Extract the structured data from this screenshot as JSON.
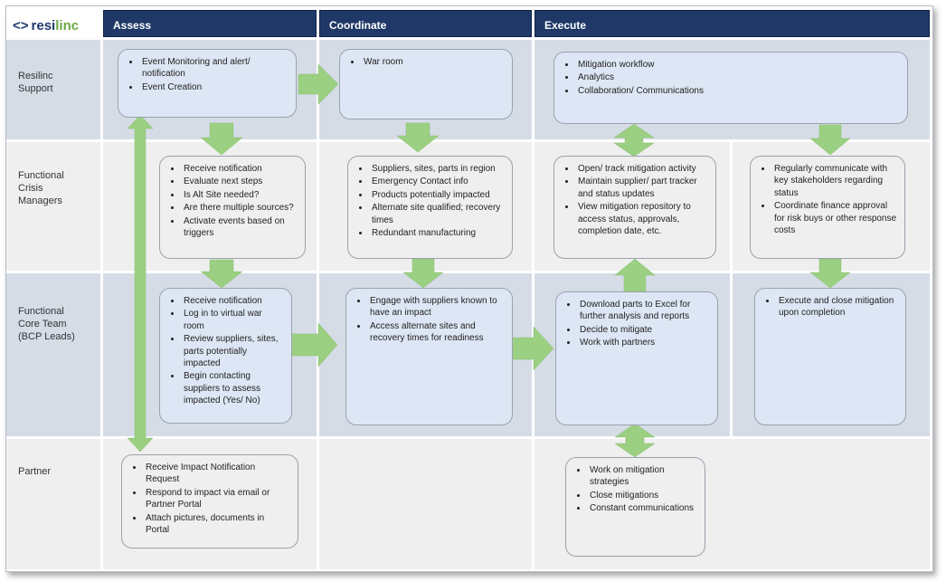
{
  "logo": {
    "prefix": "resi",
    "accent": "linc"
  },
  "columns": {
    "assess": "Assess",
    "coordinate": "Coordinate",
    "execute": "Execute"
  },
  "rows": {
    "support": [
      "Resilinc",
      "Support"
    ],
    "crisis": [
      "Functional",
      "Crisis",
      "Managers"
    ],
    "core": [
      "Functional",
      "Core Team",
      "(BCP Leads)"
    ],
    "partner": [
      "Partner"
    ]
  },
  "boxes": {
    "support_assess": [
      "Event Monitoring and alert/ notification",
      "Event Creation"
    ],
    "support_coordinate": [
      "War room"
    ],
    "support_execute": [
      "Mitigation workflow",
      "Analytics",
      "Collaboration/ Communications"
    ],
    "crisis_assess": [
      "Receive notification",
      "Evaluate next steps",
      "Is Alt Site needed?",
      "Are there multiple sources?",
      "Activate events based on triggers"
    ],
    "crisis_coordinate": [
      "Suppliers, sites, parts in region",
      "Emergency Contact info",
      "Products potentially impacted",
      "Alternate site qualified; recovery times",
      "Redundant manufacturing"
    ],
    "crisis_execute1": [
      "Open/ track mitigation activity",
      "Maintain supplier/ part tracker and status updates",
      "View mitigation repository to access status, approvals, completion date, etc."
    ],
    "crisis_execute2": [
      "Regularly communicate with key stakeholders regarding status",
      "Coordinate finance approval for risk buys or other response costs"
    ],
    "core_assess": [
      "Receive notification",
      "Log in to virtual war room",
      "Review suppliers, sites, parts potentially impacted",
      "Begin contacting suppliers to assess impacted (Yes/ No)"
    ],
    "core_coordinate": [
      "Engage with suppliers known to have an impact",
      "Access alternate sites and recovery times for readiness"
    ],
    "core_execute1": [
      "Download parts to Excel for further analysis and reports",
      "Decide to mitigate",
      "Work with partners"
    ],
    "core_execute2": [
      "Execute and close mitigation upon completion"
    ],
    "partner_assess": [
      "Receive Impact Notification Request",
      "Respond to impact via email or Partner Portal",
      "Attach pictures, documents in Portal"
    ],
    "partner_execute": [
      "Work on mitigation strategies",
      "Close mitigations",
      "Constant communications"
    ]
  }
}
